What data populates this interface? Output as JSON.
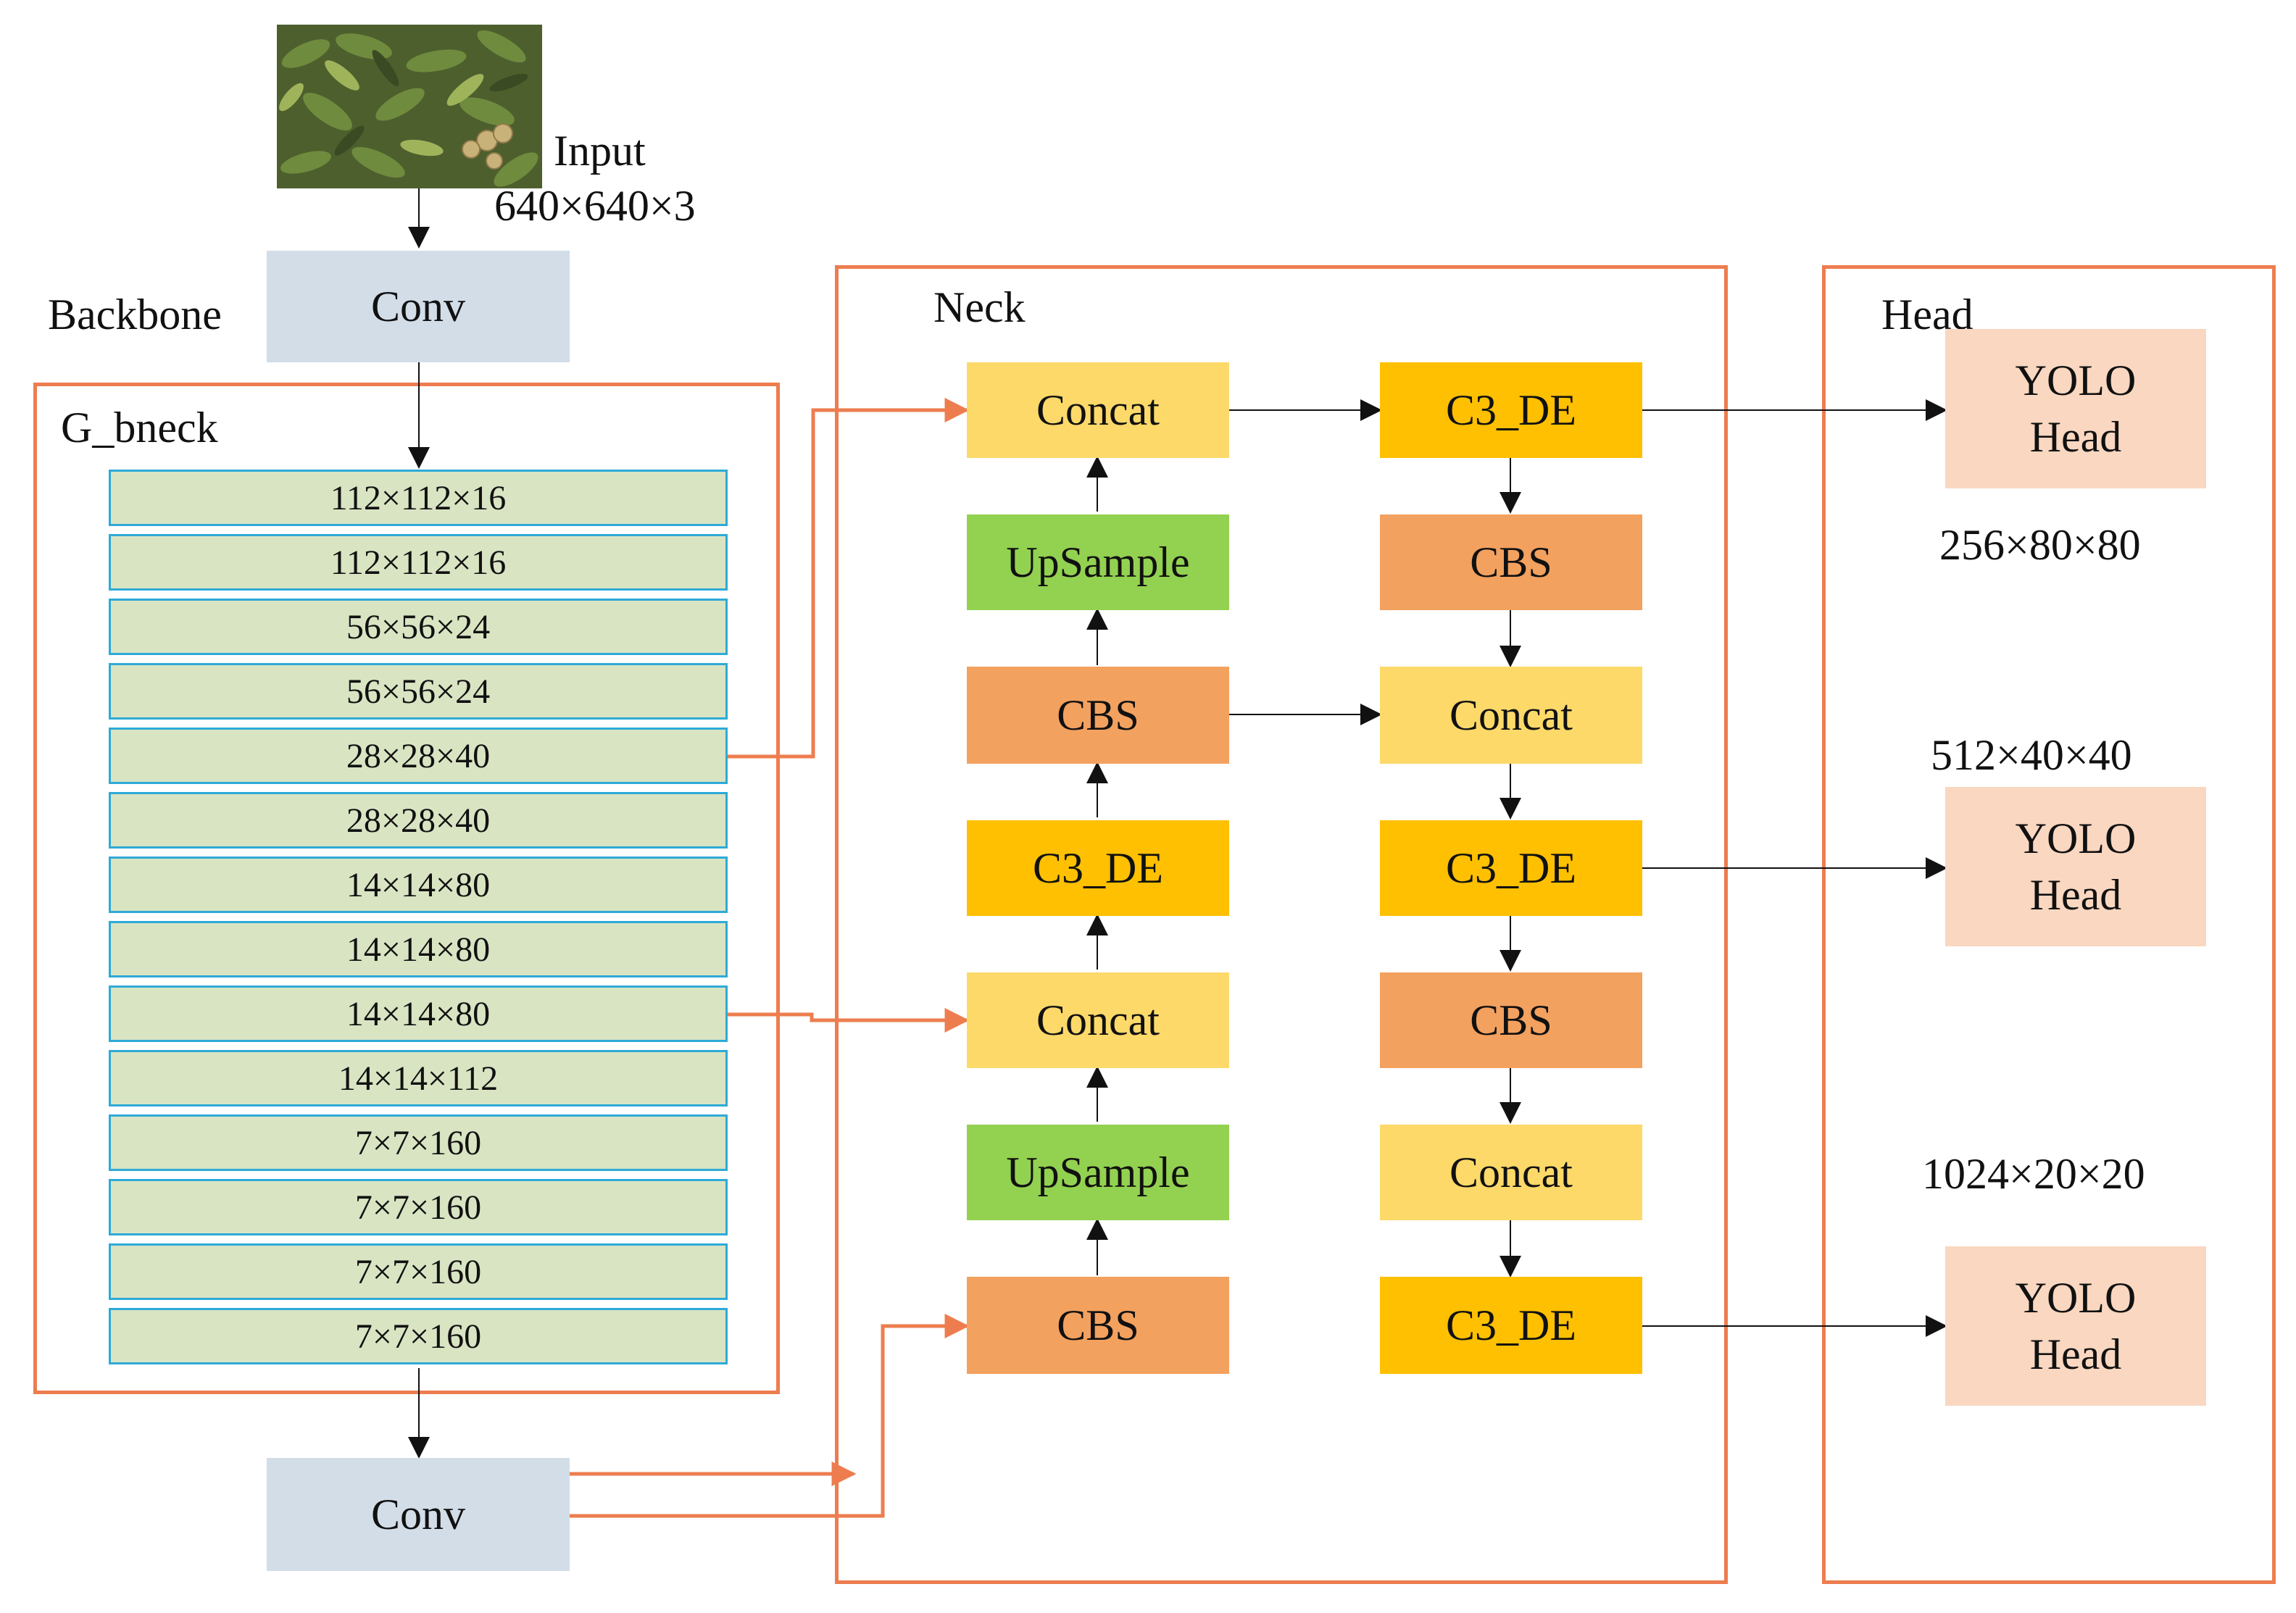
{
  "input": {
    "label": "Input",
    "shape": "640×640×3"
  },
  "backbone": {
    "title": "Backbone",
    "conv_top": "Conv",
    "g_bneck": {
      "title": "G_bneck",
      "layers": [
        "112×112×16",
        "112×112×16",
        "56×56×24",
        "56×56×24",
        "28×28×40",
        "28×28×40",
        "14×14×80",
        "14×14×80",
        "14×14×80",
        "14×14×112",
        "7×7×160",
        "7×7×160",
        "7×7×160",
        "7×7×160"
      ]
    },
    "conv_bottom": "Conv"
  },
  "neck": {
    "title": "Neck",
    "left_column": [
      "Concat",
      "UpSample",
      "CBS",
      "C3_DE",
      "Concat",
      "UpSample",
      "CBS"
    ],
    "right_column": [
      "C3_DE",
      "CBS",
      "Concat",
      "C3_DE",
      "CBS",
      "Concat",
      "C3_DE"
    ]
  },
  "head": {
    "title": "Head",
    "outputs": [
      {
        "line1": "YOLO",
        "line2": "Head",
        "shape": "256×80×80"
      },
      {
        "line1": "YOLO",
        "line2": "Head",
        "shape": "512×40×40"
      },
      {
        "line1": "YOLO",
        "line2": "Head",
        "shape": "1024×20×20"
      }
    ]
  },
  "colors": {
    "frame": "#ED7D4F",
    "conv": "#D2DDE8",
    "layer": "#D9E4C3",
    "layer_border": "#2EAAD7",
    "concat": "#FDD96A",
    "c3_de": "#FEC000",
    "cbs": "#F3A15F",
    "upsample": "#93D150",
    "yolo_head": "#F9D7C0"
  }
}
